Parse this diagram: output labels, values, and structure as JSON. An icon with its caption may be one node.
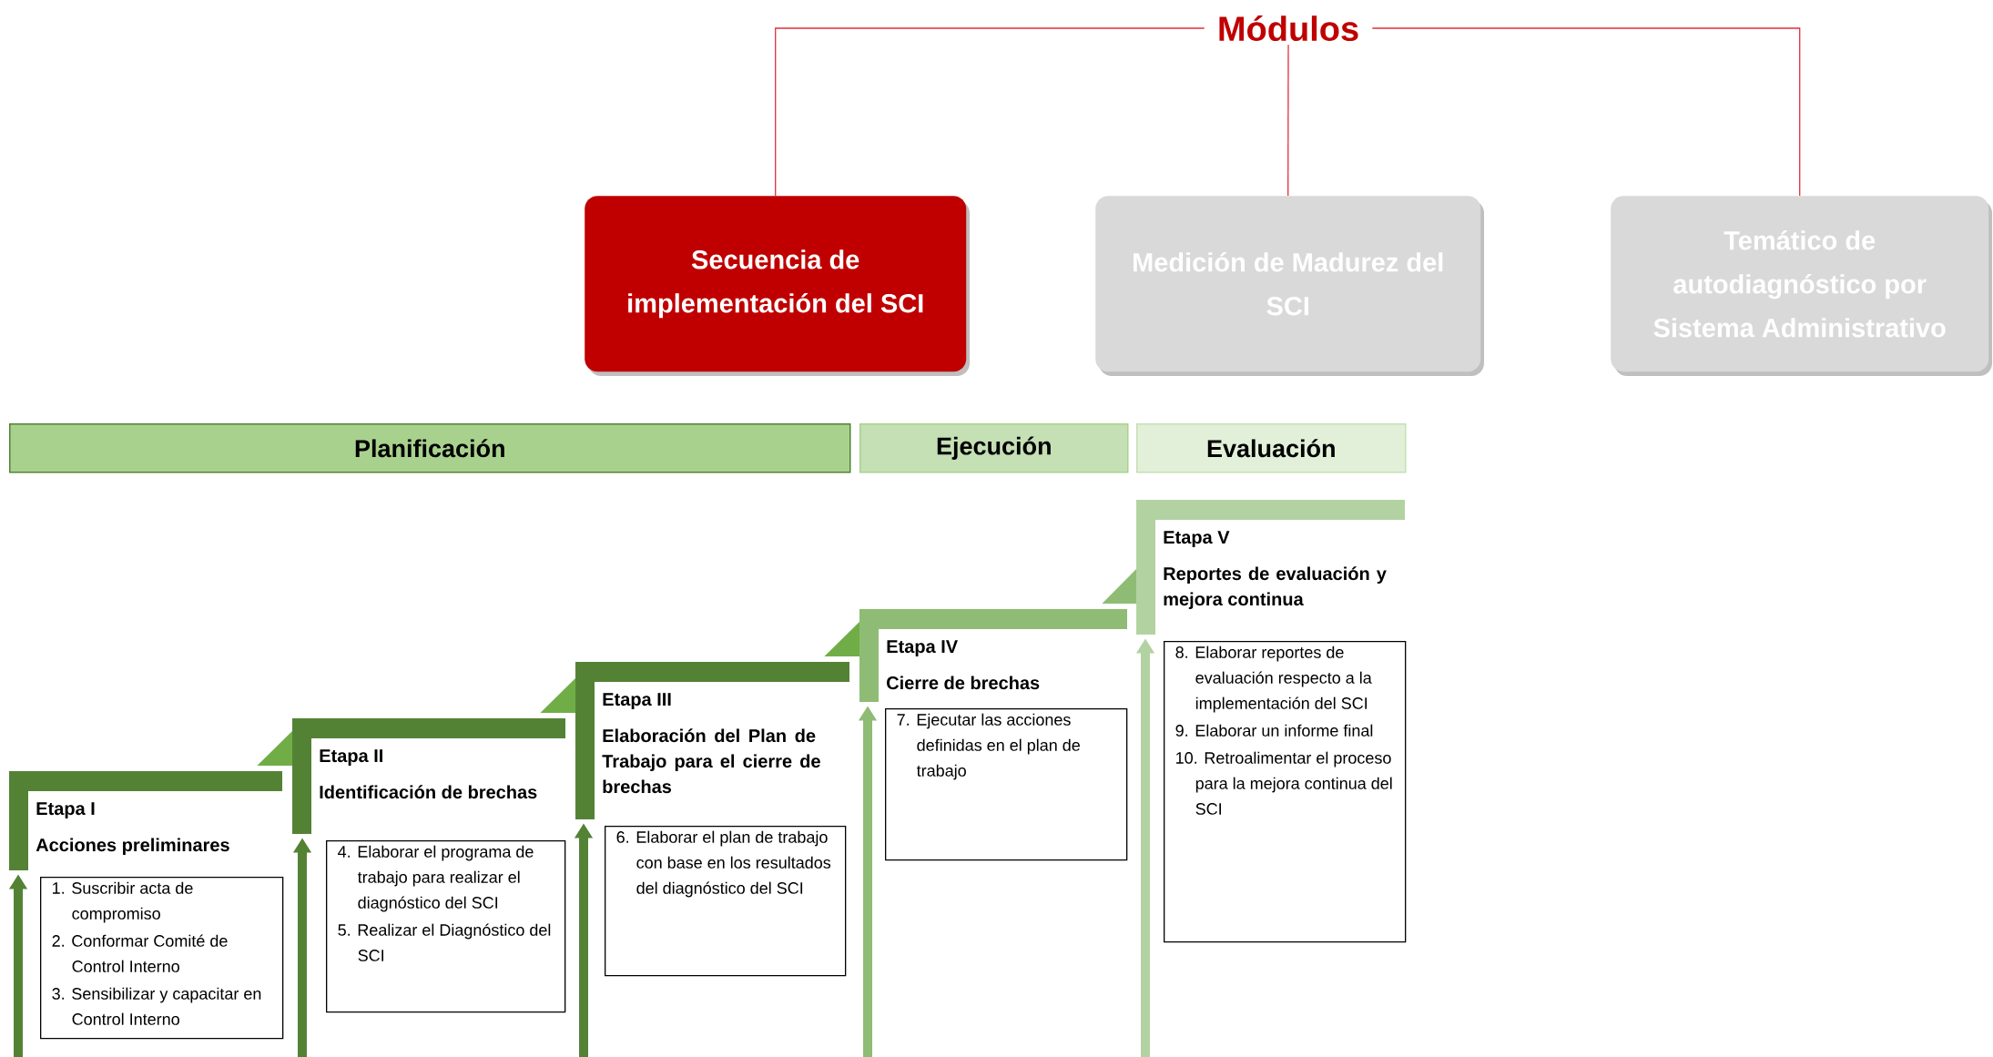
{
  "diagram": {
    "nodes": [
      {
        "text": [
          "Módulos"
        ]
      },
      {
        "text": [
          "Secuencia de implementación del SCI"
        ]
      },
      {
        "text": [
          "Medición de Madurez del SCI"
        ]
      },
      {
        "text": [
          "Temático de autodiagnóstico por Sistema Administrativo"
        ]
      },
      {
        "text": [
          "Planificación"
        ]
      },
      {
        "text": [
          "Ejecución"
        ]
      },
      {
        "text": [
          "Evaluación"
        ]
      },
      {
        "text": [
          "Etapa I",
          "Acciones preliminares"
        ]
      },
      {
        "text": [
          "1. Suscribir acta de compromiso",
          "2. Conformar Comité de Control Interno",
          "3. Sensibilizar y capacitar en Control Interno"
        ]
      },
      {
        "text": [
          "Etapa II",
          "Identificación de brechas"
        ]
      },
      {
        "text": [
          "4. Elaborar el programa de trabajo para realizar el diagnóstico del SCI",
          "5. Realizar el Diagnóstico del SCI"
        ]
      },
      {
        "text": [
          "Etapa III",
          "Elaboración del Plan de Trabajo para el cierre de brechas"
        ]
      },
      {
        "text": [
          "6. Elaborar el plan de trabajo con base en los resultados del diagnóstico del SCI"
        ]
      },
      {
        "text": [
          "Etapa IV",
          "Cierre de brechas"
        ]
      },
      {
        "text": [
          "7. Ejecutar las acciones definidas en el plan de trabajo"
        ]
      },
      {
        "text": [
          "Etapa V",
          "Reportes de evaluación y mejora continua"
        ]
      },
      {
        "text": [
          "8. Elaborar reportes de evaluación respecto a la implementación del SCI",
          "9. Elaborar un informe final",
          "10. Retroalimentar el proceso para la mejora continua del SCI"
        ]
      }
    ],
    "edges": [
      {
        "from": 0,
        "to": 1,
        "arrow": "none",
        "color": "#e0303a"
      },
      {
        "from": 0,
        "to": 2,
        "arrow": "none",
        "color": "#e0303a"
      },
      {
        "from": 0,
        "to": 3,
        "arrow": "none",
        "color": "#e0303a"
      },
      {
        "from": null,
        "to": 7,
        "arrow": "to",
        "color": "#548235"
      },
      {
        "from": null,
        "to": 9,
        "arrow": "to",
        "color": "#548235"
      },
      {
        "from": null,
        "to": 11,
        "arrow": "to",
        "color": "#548235"
      },
      {
        "from": null,
        "to": 13,
        "arrow": "to",
        "color": "#8fbc74"
      },
      {
        "from": null,
        "to": 15,
        "arrow": "to",
        "color": "#b3d2a2"
      },
      {
        "from": 9,
        "to": 7,
        "arrow": "to",
        "color": "#70ad47"
      },
      {
        "from": 11,
        "to": 9,
        "arrow": "to",
        "color": "#70ad47"
      },
      {
        "from": 13,
        "to": 11,
        "arrow": "to",
        "color": "#70ad47"
      },
      {
        "from": 15,
        "to": 13,
        "arrow": "to",
        "color": "#8fbc74"
      }
    ]
  }
}
